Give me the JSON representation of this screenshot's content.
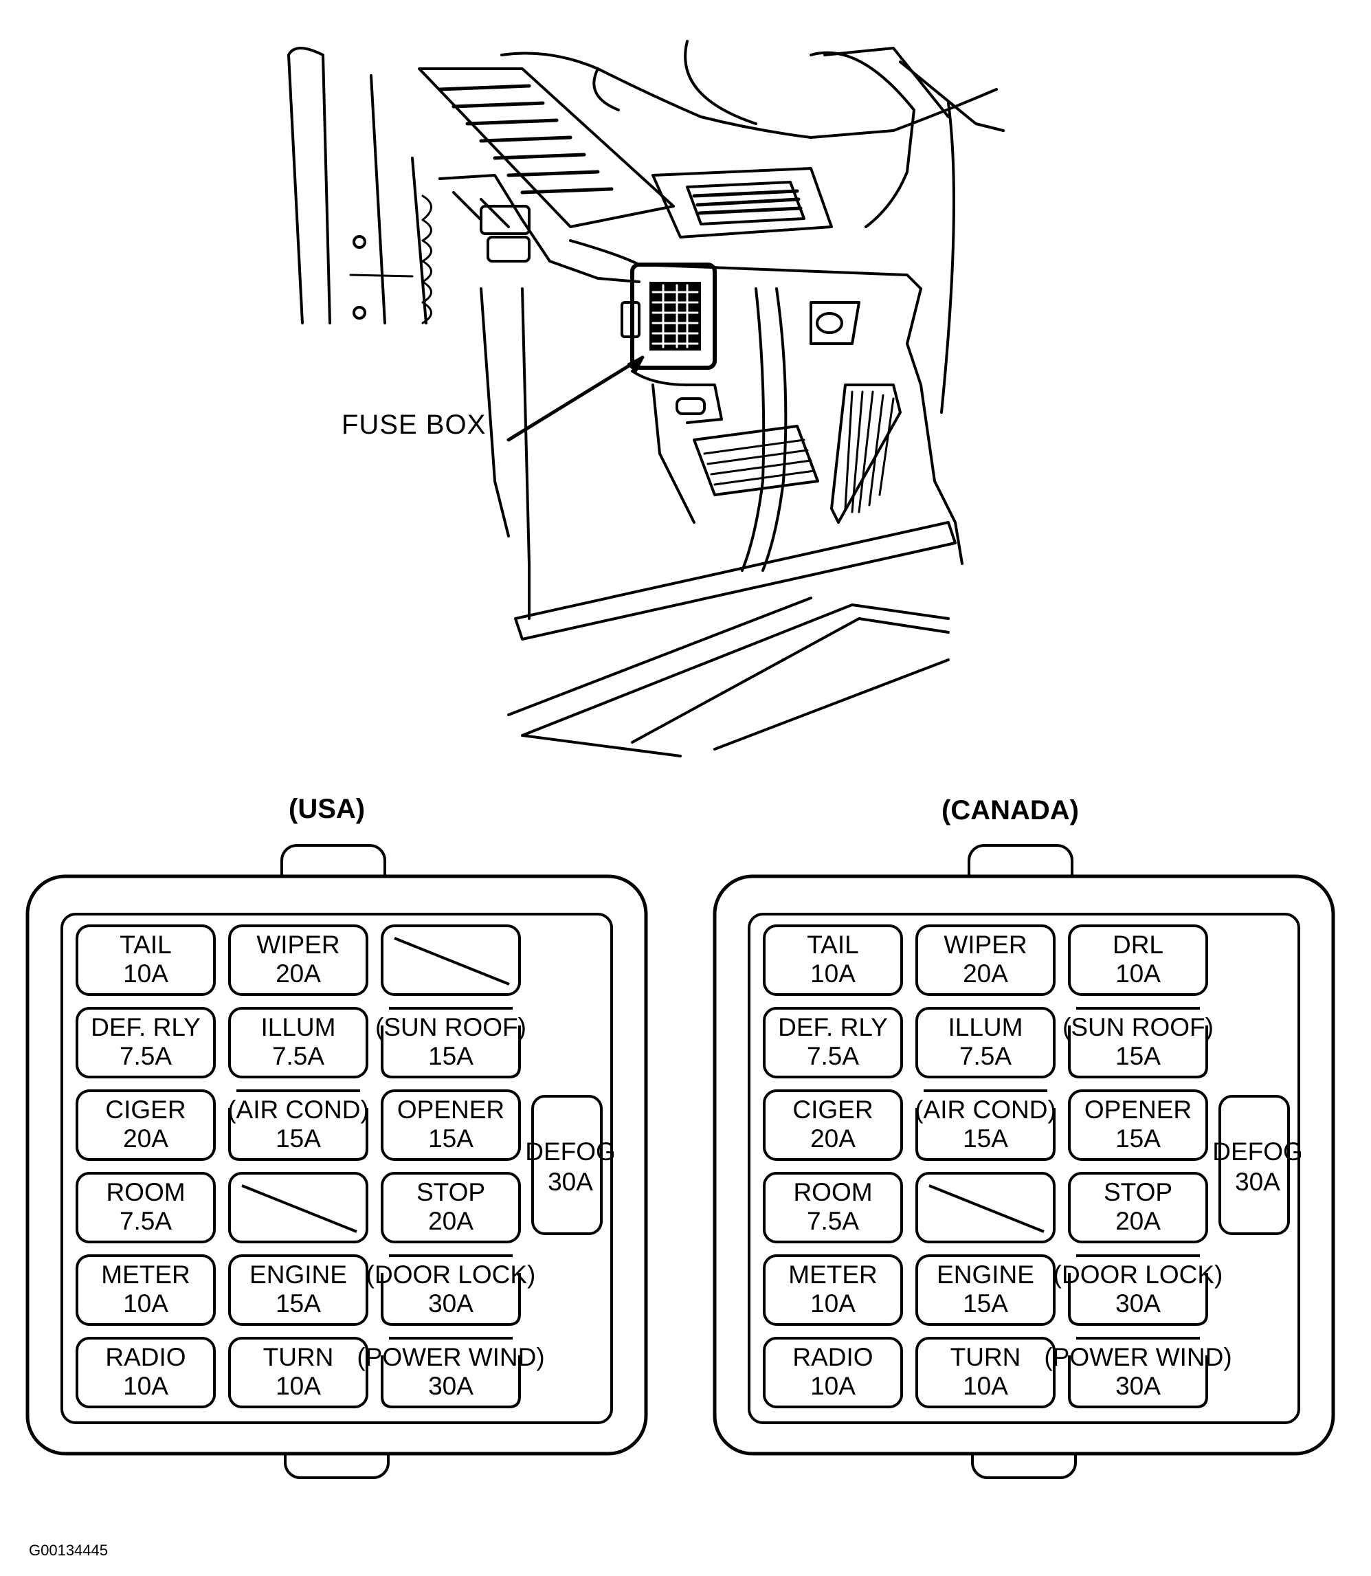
{
  "callout": {
    "fuse_box": "FUSE BOX"
  },
  "reference_code": "G00134445",
  "panels": [
    {
      "title": "(USA)",
      "fuses": [
        {
          "name": "TAIL",
          "rating": "10A",
          "row": 0,
          "col": 0
        },
        {
          "name": "WIPER",
          "rating": "20A",
          "row": 0,
          "col": 1
        },
        {
          "name": "",
          "rating": "",
          "row": 0,
          "col": 2,
          "empty": true
        },
        {
          "name": "DEF. RLY",
          "rating": "7.5A",
          "row": 1,
          "col": 0
        },
        {
          "name": "ILLUM",
          "rating": "7.5A",
          "row": 1,
          "col": 1
        },
        {
          "name": "(SUN ROOF)",
          "rating": "15A",
          "row": 1,
          "col": 2,
          "optional": true
        },
        {
          "name": "CIGER",
          "rating": "20A",
          "row": 2,
          "col": 0
        },
        {
          "name": "(AIR COND)",
          "rating": "15A",
          "row": 2,
          "col": 1,
          "optional": true
        },
        {
          "name": "OPENER",
          "rating": "15A",
          "row": 2,
          "col": 2
        },
        {
          "name": "ROOM",
          "rating": "7.5A",
          "row": 3,
          "col": 0
        },
        {
          "name": "",
          "rating": "",
          "row": 3,
          "col": 1,
          "empty": true
        },
        {
          "name": "STOP",
          "rating": "20A",
          "row": 3,
          "col": 2
        },
        {
          "name": "METER",
          "rating": "10A",
          "row": 4,
          "col": 0
        },
        {
          "name": "ENGINE",
          "rating": "15A",
          "row": 4,
          "col": 1
        },
        {
          "name": "(DOOR LOCK)",
          "rating": "30A",
          "row": 4,
          "col": 2,
          "optional": true
        },
        {
          "name": "RADIO",
          "rating": "10A",
          "row": 5,
          "col": 0
        },
        {
          "name": "TURN",
          "rating": "10A",
          "row": 5,
          "col": 1
        },
        {
          "name": "(POWER WIND)",
          "rating": "30A",
          "row": 5,
          "col": 2,
          "optional": true
        }
      ],
      "side_fuse": {
        "name": "DEFOG",
        "rating": "30A"
      }
    },
    {
      "title": "(CANADA)",
      "fuses": [
        {
          "name": "TAIL",
          "rating": "10A",
          "row": 0,
          "col": 0
        },
        {
          "name": "WIPER",
          "rating": "20A",
          "row": 0,
          "col": 1
        },
        {
          "name": "DRL",
          "rating": "10A",
          "row": 0,
          "col": 2
        },
        {
          "name": "DEF. RLY",
          "rating": "7.5A",
          "row": 1,
          "col": 0
        },
        {
          "name": "ILLUM",
          "rating": "7.5A",
          "row": 1,
          "col": 1
        },
        {
          "name": "(SUN ROOF)",
          "rating": "15A",
          "row": 1,
          "col": 2,
          "optional": true
        },
        {
          "name": "CIGER",
          "rating": "20A",
          "row": 2,
          "col": 0
        },
        {
          "name": "(AIR COND)",
          "rating": "15A",
          "row": 2,
          "col": 1,
          "optional": true
        },
        {
          "name": "OPENER",
          "rating": "15A",
          "row": 2,
          "col": 2
        },
        {
          "name": "ROOM",
          "rating": "7.5A",
          "row": 3,
          "col": 0
        },
        {
          "name": "",
          "rating": "",
          "row": 3,
          "col": 1,
          "empty": true
        },
        {
          "name": "STOP",
          "rating": "20A",
          "row": 3,
          "col": 2
        },
        {
          "name": "METER",
          "rating": "10A",
          "row": 4,
          "col": 0
        },
        {
          "name": "ENGINE",
          "rating": "15A",
          "row": 4,
          "col": 1
        },
        {
          "name": "(DOOR LOCK)",
          "rating": "30A",
          "row": 4,
          "col": 2,
          "optional": true
        },
        {
          "name": "RADIO",
          "rating": "10A",
          "row": 5,
          "col": 0
        },
        {
          "name": "TURN",
          "rating": "10A",
          "row": 5,
          "col": 1
        },
        {
          "name": "(POWER WIND)",
          "rating": "30A",
          "row": 5,
          "col": 2,
          "optional": true
        }
      ],
      "side_fuse": {
        "name": "DEFOG",
        "rating": "30A"
      }
    }
  ]
}
